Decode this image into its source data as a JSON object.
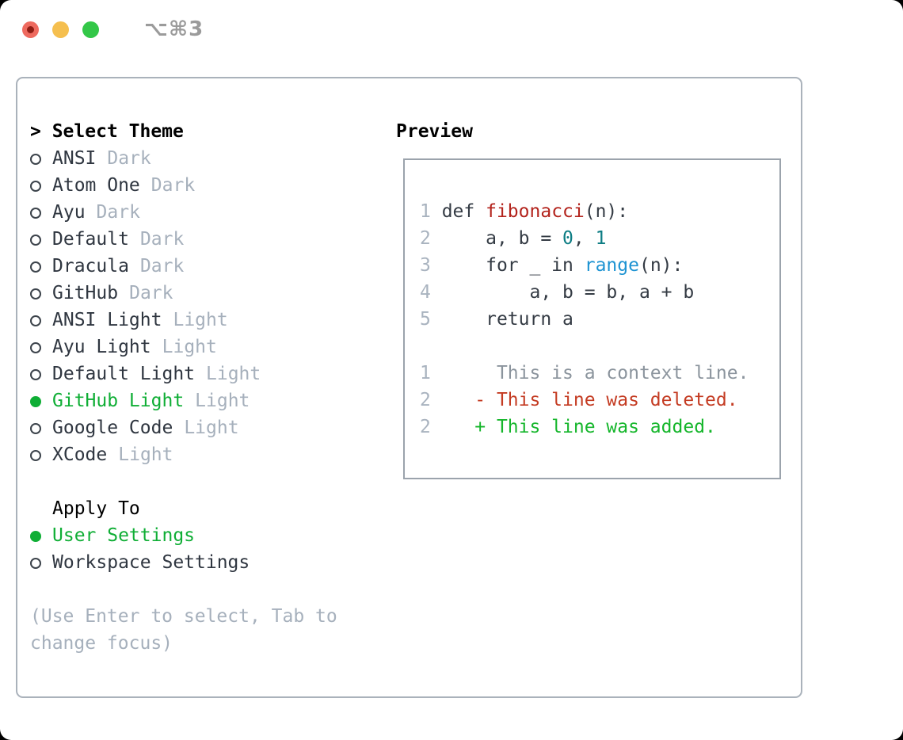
{
  "window": {
    "titlebar": {
      "shortcut_label": "⌥⌘3"
    }
  },
  "theme_panel": {
    "header": {
      "prefix": "> ",
      "label": "Select Theme"
    },
    "items": [
      {
        "name": "ANSI",
        "tag": "Dark",
        "selected": false
      },
      {
        "name": "Atom One",
        "tag": "Dark",
        "selected": false
      },
      {
        "name": "Ayu",
        "tag": "Dark",
        "selected": false
      },
      {
        "name": "Default",
        "tag": "Dark",
        "selected": false
      },
      {
        "name": "Dracula",
        "tag": "Dark",
        "selected": false
      },
      {
        "name": "GitHub",
        "tag": "Dark",
        "selected": false
      },
      {
        "name": "ANSI Light",
        "tag": "Light",
        "selected": false
      },
      {
        "name": "Ayu Light",
        "tag": "Light",
        "selected": false
      },
      {
        "name": "Default Light",
        "tag": "Light",
        "selected": false
      },
      {
        "name": "GitHub Light",
        "tag": "Light",
        "selected": true
      },
      {
        "name": "Google Code",
        "tag": "Light",
        "selected": false
      },
      {
        "name": "XCode",
        "tag": "Light",
        "selected": false
      }
    ],
    "apply_to": {
      "label": "Apply To",
      "options": [
        {
          "name": "User Settings",
          "selected": true
        },
        {
          "name": "Workspace Settings",
          "selected": false
        }
      ]
    },
    "hint_line1": "(Use Enter to select, Tab to",
    "hint_line2": "change focus)"
  },
  "preview": {
    "label": "Preview",
    "code_lines": [
      {
        "num": "1",
        "seg_a": " def ",
        "seg_b": "fibonacci",
        "seg_c": "(n):"
      },
      {
        "num": "2",
        "seg_a": "     a, b = ",
        "seg_b": "0",
        "seg_c": ", ",
        "seg_d": "1"
      },
      {
        "num": "3",
        "seg_a": "     for _ in ",
        "seg_b": "range",
        "seg_c": "(n):"
      },
      {
        "num": "4",
        "seg_a": "         a, b = b, a + b"
      },
      {
        "num": "5",
        "seg_a": "     return a"
      }
    ],
    "diff_lines": [
      {
        "num": "1",
        "type": "context",
        "text": "      This is a context line."
      },
      {
        "num": "2",
        "type": "deleted",
        "text": "    - This line was deleted."
      },
      {
        "num": "2",
        "type": "added",
        "text": "    + This line was added."
      }
    ]
  },
  "palette": {
    "traffic_close": "#ee6a5f",
    "traffic_close_dot": "#8f1d14",
    "traffic_minimize": "#f5bf4f",
    "traffic_zoom": "#33c748",
    "titlebar_text": "#9b9b9b",
    "panel_border": "#aab2bb",
    "preview_border": "#9ba3ac",
    "item_text": "#2f3640",
    "header_text": "#000000",
    "muted_gray": "#a6b0bc",
    "selected_green": "#0fae35",
    "line_number": "#a9b3bf",
    "code_text": "#343b44",
    "context_gray": "#8b949d",
    "function_red": "#b3231c",
    "deleted_red": "#c43b22",
    "added_green": "#15b62b",
    "number_teal": "#0d7d84",
    "builtin_blue": "#1d93d2"
  }
}
